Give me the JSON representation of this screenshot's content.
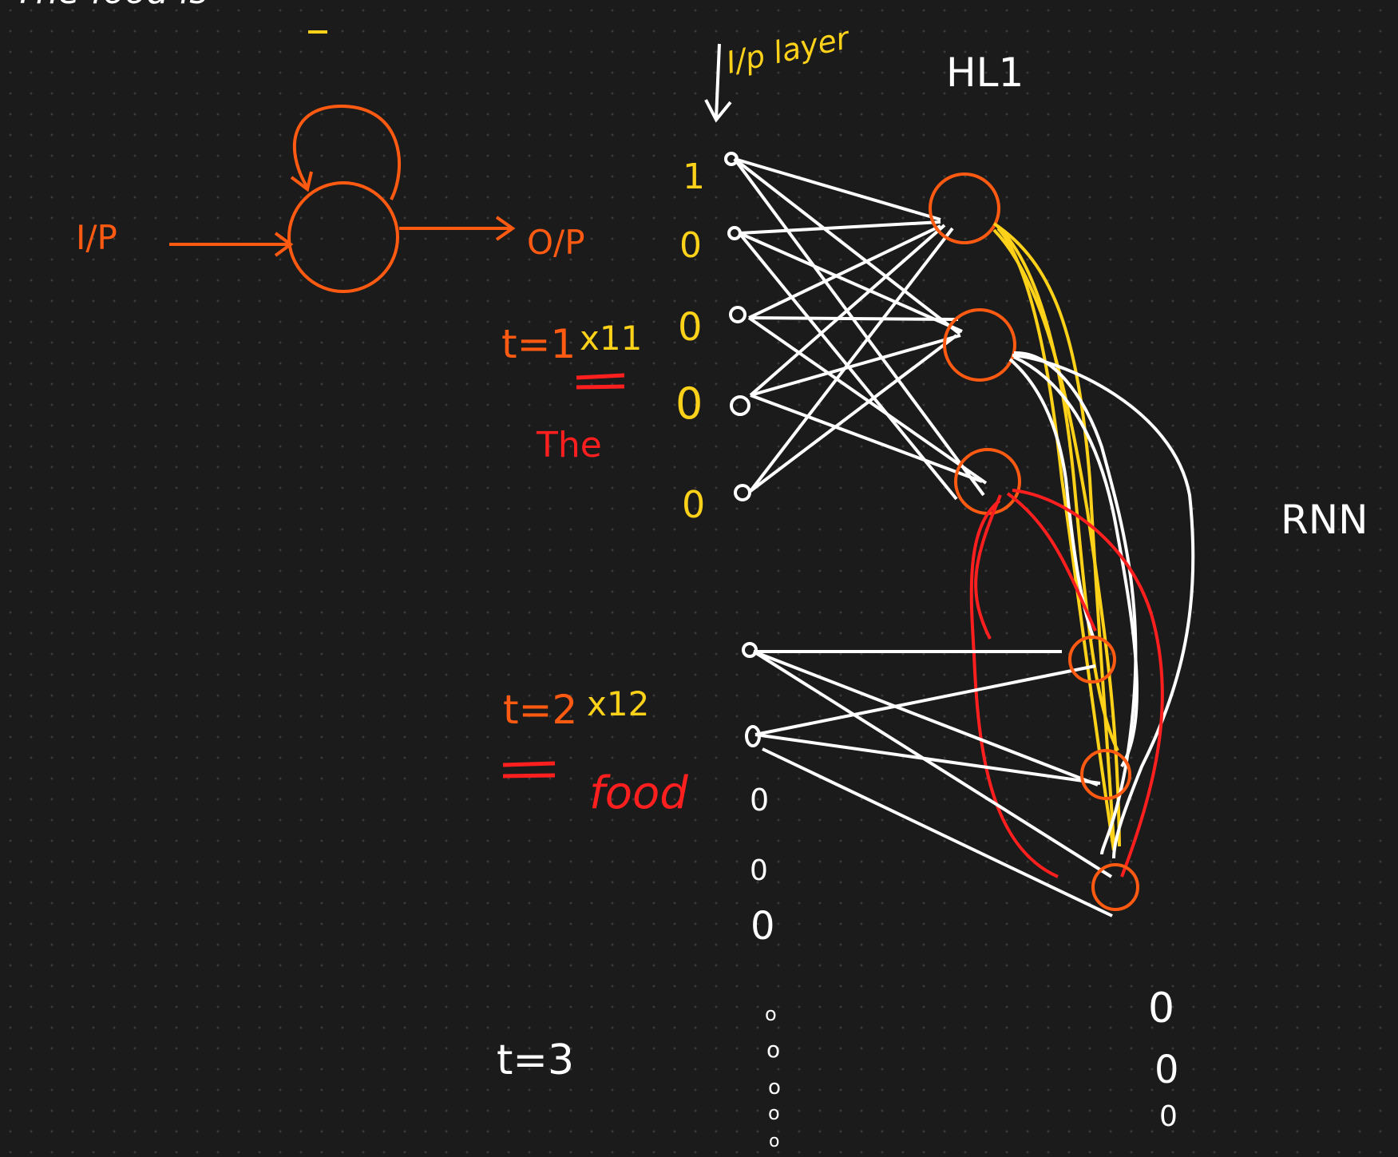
{
  "colors": {
    "background": "#1b1b1b",
    "grid_dot": "#3a3a3a",
    "orange": "#ff5a12",
    "yellow": "#ffd21a",
    "red": "#ff1f1f",
    "white": "#ffffff"
  },
  "header_text": "The food is",
  "loop_diagram": {
    "input_label": "I/P",
    "output_label": "O/P"
  },
  "input_layer": {
    "label": "I/p layer",
    "values_t1": [
      "1",
      "0",
      "0",
      "0",
      "0"
    ]
  },
  "hidden_layer_label": "HL1",
  "rnn_label": "RNN",
  "timesteps": {
    "t1": {
      "label": "t=1",
      "var": "x11",
      "word": "The"
    },
    "t2": {
      "label": "t=2",
      "var": "x12",
      "word": "food"
    },
    "t3": {
      "label": "t=3"
    }
  },
  "t2_node_values": [
    "0",
    "0",
    "0"
  ],
  "t3_input_values": [
    "o",
    "o",
    "o",
    "o",
    "o"
  ],
  "right_values": [
    "0",
    "0",
    "0"
  ]
}
